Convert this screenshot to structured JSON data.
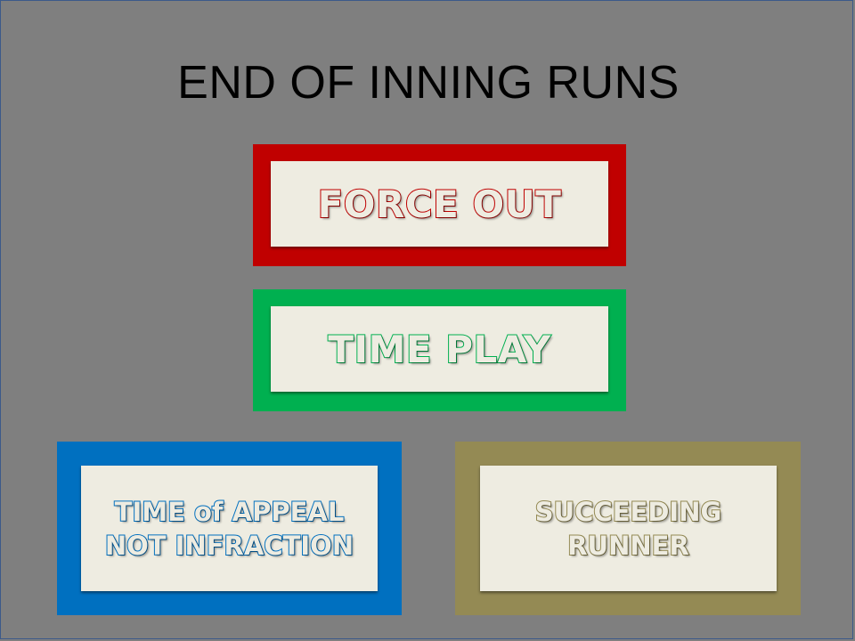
{
  "slide": {
    "title": "END OF INNING RUNS"
  },
  "boxes": {
    "force_out": {
      "line1": "FORCE OUT",
      "border_color": "#c00000"
    },
    "time_play": {
      "line1": "TIME PLAY",
      "border_color": "#00b050"
    },
    "time_of_appeal": {
      "line1": "TIME of APPEAL",
      "line2": "NOT INFRACTION",
      "border_color": "#0070c0"
    },
    "succeeding_runner": {
      "line1": "SUCCEEDING",
      "line2": "RUNNER",
      "border_color": "#948a54"
    }
  },
  "colors": {
    "background": "#7f7f7f",
    "box_fill": "#eeece1",
    "title_text": "#000000"
  }
}
